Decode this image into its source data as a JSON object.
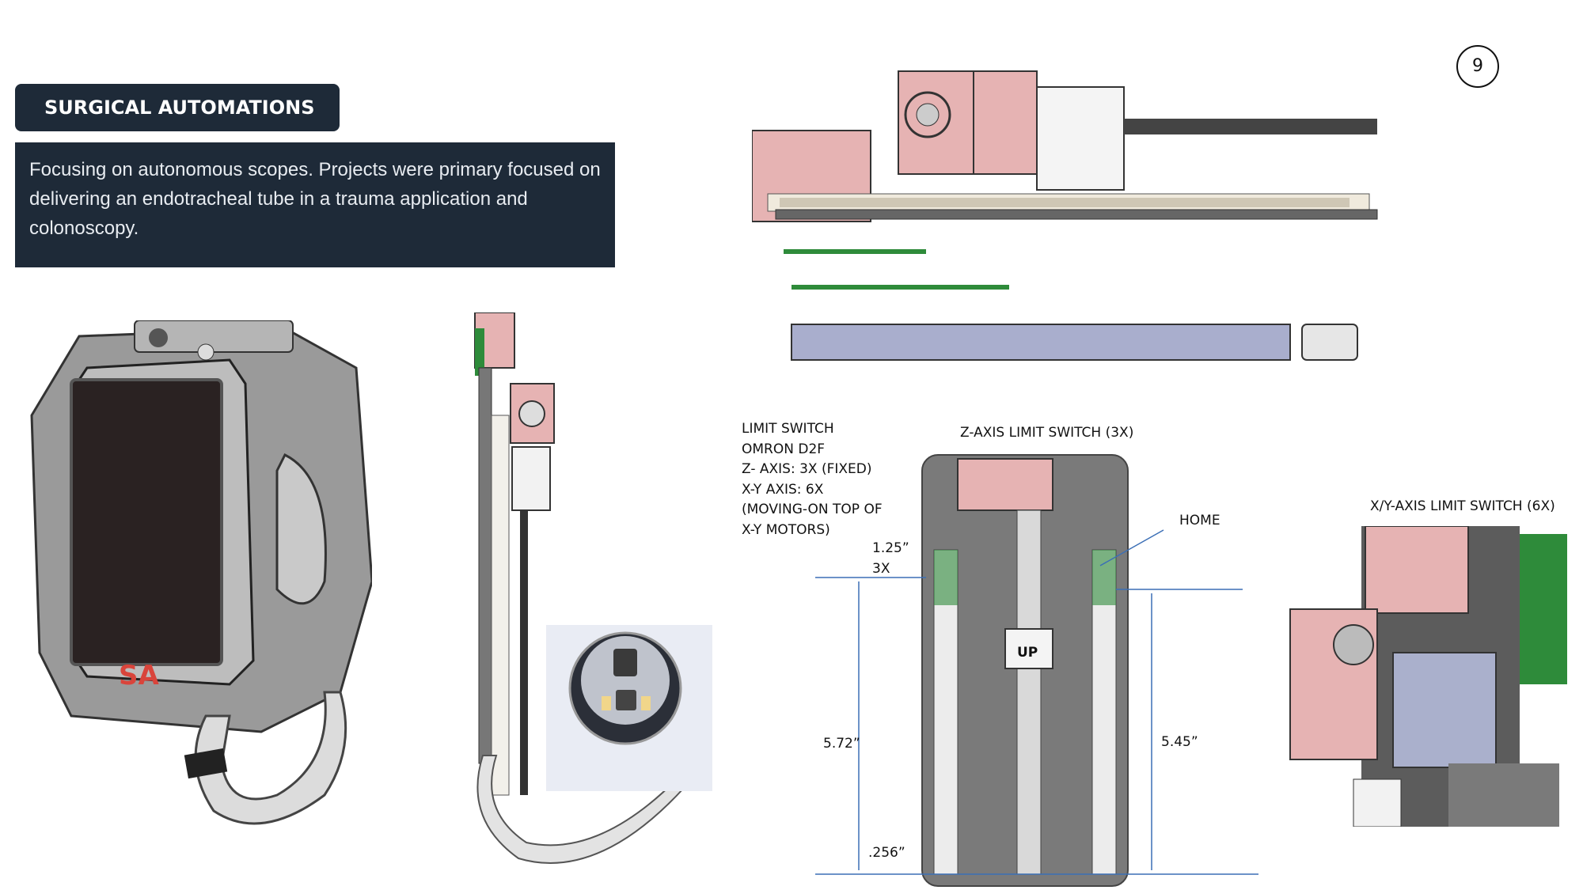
{
  "header": {
    "title": "SURGICAL AUTOMATIONS",
    "description": "Focusing on autonomous scopes. Projects were primary focused on delivering an endotracheal tube in a trauma application and colonoscopy."
  },
  "page_number": "9",
  "spec_notes": [
    "LIMIT SWITCH",
    "OMRON D2F",
    "Z- AXIS: 3X (FIXED)",
    "X-Y AXIS: 6X",
    "(MOVING-ON TOP OF",
    "X-Y MOTORS)"
  ],
  "diagram_labels": {
    "z_axis": "Z-AXIS LIMIT SWITCH (3X)",
    "xy_axis": "X/Y-AXIS LIMIT SWITCH (6X)",
    "home": "HOME",
    "dim_top_line1": "1.25”",
    "dim_top_line2": "3X",
    "dim_left": "5.72”",
    "dim_right": "5.45”",
    "dim_bottom": ".256”",
    "up_mark": "UP",
    "logo": "SA"
  },
  "colors": {
    "panel": "#1e2a38",
    "motor_pink": "#e6b3b3",
    "rail_green": "#2e8b3a",
    "dimension_blue": "#3b6fb6",
    "plate_gray": "#7a7a7a"
  }
}
